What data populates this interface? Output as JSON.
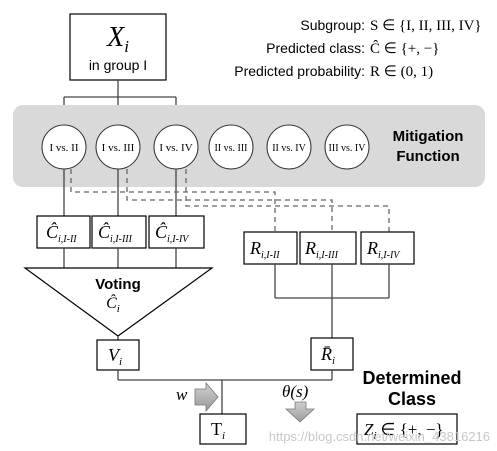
{
  "input": {
    "symbol": "X",
    "subscript": "i",
    "caption": "in group I"
  },
  "legend": {
    "subgroup_label": "Subgroup:",
    "subgroup_expr": "S ∈ {I, II, III, IV}",
    "class_label": "Predicted class:",
    "class_expr": "Ĉ ∈ {+, −}",
    "prob_label": "Predicted probability:",
    "prob_expr": "R ∈ (0, 1)"
  },
  "mitigation": {
    "title_line1": "Mitigation",
    "title_line2": "Function",
    "comparisons": [
      "I vs. II",
      "I vs. III",
      "I vs. IV",
      "II vs. III",
      "II vs. IV",
      "III vs. IV"
    ],
    "bg_color": "#d9d9d9"
  },
  "classes": [
    {
      "symbol": "Ĉ",
      "sub": "i,I-II"
    },
    {
      "symbol": "Ĉ",
      "sub": "i,I-III"
    },
    {
      "symbol": "Ĉ",
      "sub": "i,I-IV"
    }
  ],
  "probs": [
    {
      "symbol": "R",
      "sub": "i,I-II"
    },
    {
      "symbol": "R",
      "sub": "i,I-III"
    },
    {
      "symbol": "R",
      "sub": "i,I-IV"
    }
  ],
  "voting": {
    "label": "Voting",
    "symbol": "Ĉ",
    "sub": "i"
  },
  "vote_result": {
    "symbol": "V",
    "sub": "i"
  },
  "avg_prob": {
    "symbol": "R̄",
    "sub": "i"
  },
  "weight": "w",
  "threshold": "θ(s)",
  "determined": {
    "line1": "Determined",
    "line2": "Class"
  },
  "t_box": {
    "symbol": "T",
    "sub": "i"
  },
  "z_box": {
    "symbol": "Z",
    "sub": "i",
    "expr": "∈ {+, −}"
  },
  "watermark": "https://blog.csdn.net/weixin_43816216"
}
